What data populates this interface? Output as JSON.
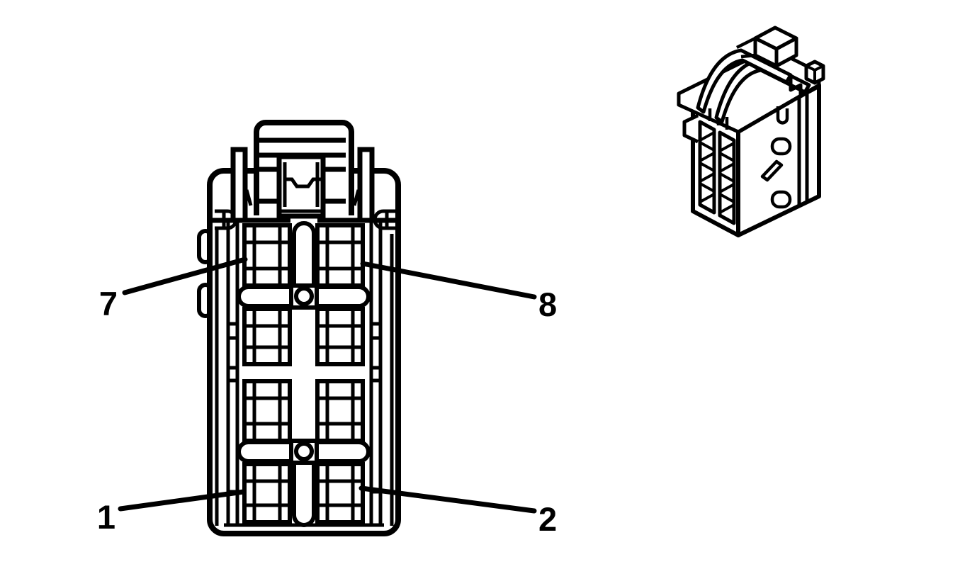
{
  "colors": {
    "background": "#ffffff",
    "line": "#000000"
  },
  "diagram": {
    "callouts": [
      {
        "label": "7"
      },
      {
        "label": "8"
      },
      {
        "label": "1"
      },
      {
        "label": "2"
      }
    ]
  }
}
